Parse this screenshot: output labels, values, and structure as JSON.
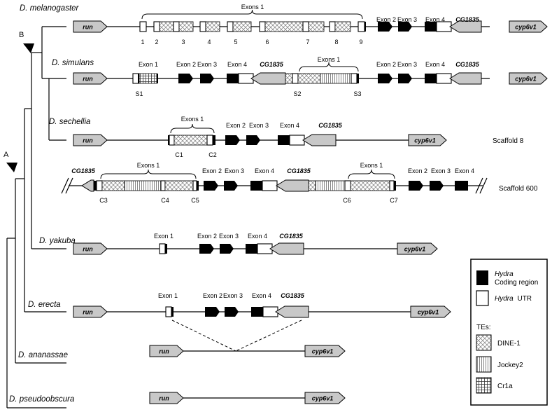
{
  "colors": {
    "coding": "#000000",
    "utr": "#ffffff",
    "gene": "#c8c8c8",
    "line": "#000000"
  },
  "node_labels": {
    "a": "A",
    "b": "B"
  },
  "species": {
    "melanogaster": "D. melanogaster",
    "simulans": "D. simulans",
    "sechellia": "D. sechellia",
    "yakuba": "D. yakuba",
    "erecta": "D. erecta",
    "ananassae": "D. ananassae",
    "pseudoobscura": "D. pseudoobscura"
  },
  "genes": {
    "run": "run",
    "cyp": "cyp6v1",
    "cg": "CG1835"
  },
  "exons": {
    "exon1": "Exon 1",
    "exons1": "Exons 1",
    "exon2": "Exon 2",
    "exon3": "Exon 3",
    "exon4": "Exon 4"
  },
  "mel_numbers": [
    "1",
    "2",
    "3",
    "4",
    "5",
    "6",
    "7",
    "8",
    "9"
  ],
  "breakpoints": [
    "S1",
    "S2",
    "S3",
    "C1",
    "C2",
    "C3",
    "C4",
    "C5",
    "C6",
    "C7"
  ],
  "scaffolds": {
    "s8": "Scaffold 8",
    "s600": "Scaffold 600"
  },
  "legend": {
    "hydra": "Hydra",
    "coding": "Coding region",
    "utr": "UTR",
    "tes": "TEs:",
    "dine": "DINE-1",
    "jockey": "Jockey2",
    "cr1a": "Cr1a"
  }
}
